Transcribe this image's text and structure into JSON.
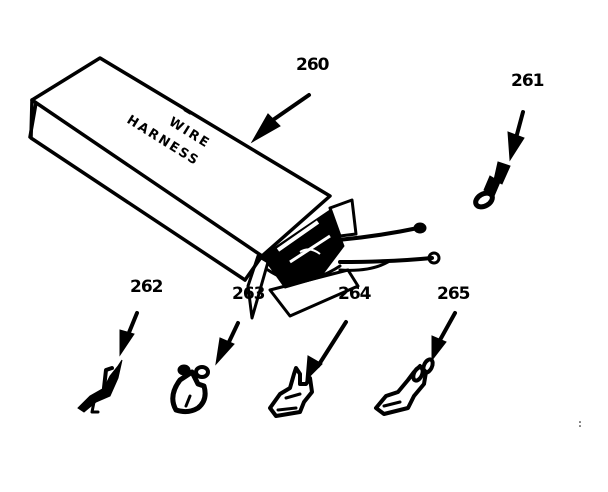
{
  "diagram": {
    "type": "exploded parts diagram",
    "colors": {
      "ink": "#000000",
      "background": "#ffffff"
    },
    "box_label": {
      "line1": "WIRE",
      "line2": "HARNESS"
    },
    "parts": [
      {
        "number": "260",
        "description": "wire harness box with wires and terminals"
      },
      {
        "number": "261",
        "description": "ring terminal"
      },
      {
        "number": "262",
        "description": "terminal"
      },
      {
        "number": "263",
        "description": "terminal"
      },
      {
        "number": "264",
        "description": "flag terminal"
      },
      {
        "number": "265",
        "description": "terminal"
      }
    ]
  }
}
